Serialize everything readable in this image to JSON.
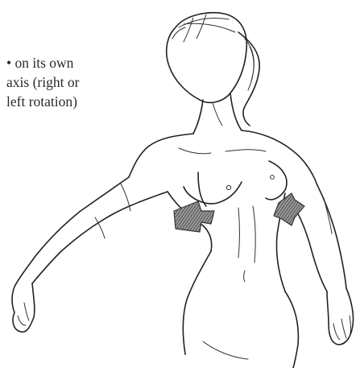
{
  "caption": {
    "line1": "• on its own",
    "line2": "axis (right or",
    "line3": "left rotation)"
  },
  "figure": {
    "icon": "female-torso-rotation-figure",
    "arrow_icon": "rotation-arrow-icon",
    "ink_color": "#222222",
    "arrow_color": "#5a5a5a"
  }
}
